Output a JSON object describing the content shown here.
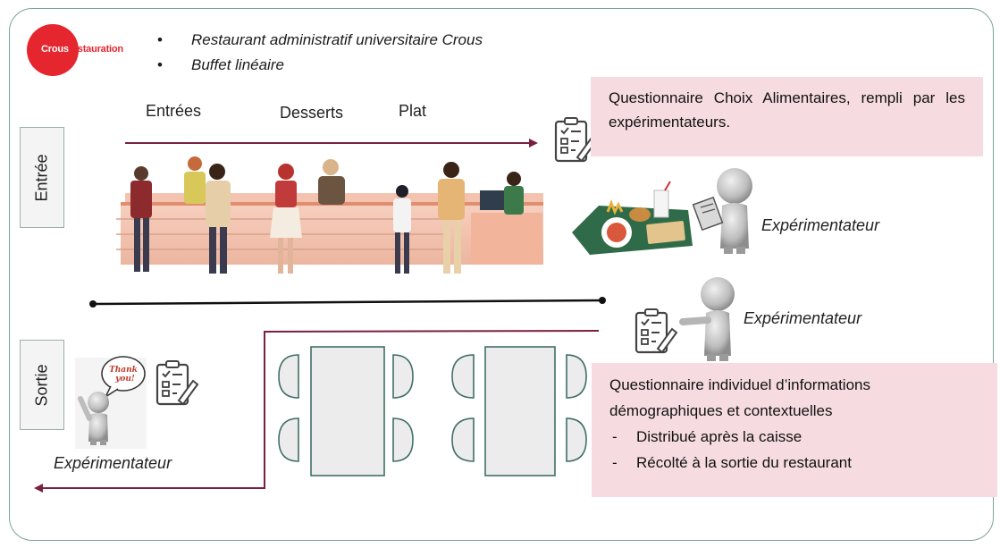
{
  "logo": {
    "text_white": "Crous",
    "text_red": "restauration"
  },
  "header": {
    "bullets": [
      "Restaurant administratif universitaire Crous",
      "Buffet linéaire"
    ]
  },
  "counter_labels": [
    "Entrées",
    "Desserts",
    "Plat"
  ],
  "zones": {
    "entry": "Entrée",
    "exit": "Sortie"
  },
  "questionnaire_1": {
    "text": "Questionnaire Choix Alimentaires, rempli par les expérimentateurs."
  },
  "questionnaire_2": {
    "title": "Questionnaire individuel d’informations démographiques et contextuelles",
    "items": [
      "Distribué après la caisse",
      "Récolté à la sortie du restaurant"
    ]
  },
  "experimenter_label": "Expérimentateur",
  "speech_bubble": "Thank you!",
  "colors": {
    "arrow": "#7b1f3f",
    "frame": "#7aa39a",
    "pink_box": "#f6dce1",
    "logo_red": "#e5262f",
    "table_fill": "#ececec"
  },
  "icons": [
    "clipboard-checklist-icon",
    "food-tray-icon",
    "experimenter-figure-icon",
    "speech-bubble-icon"
  ]
}
